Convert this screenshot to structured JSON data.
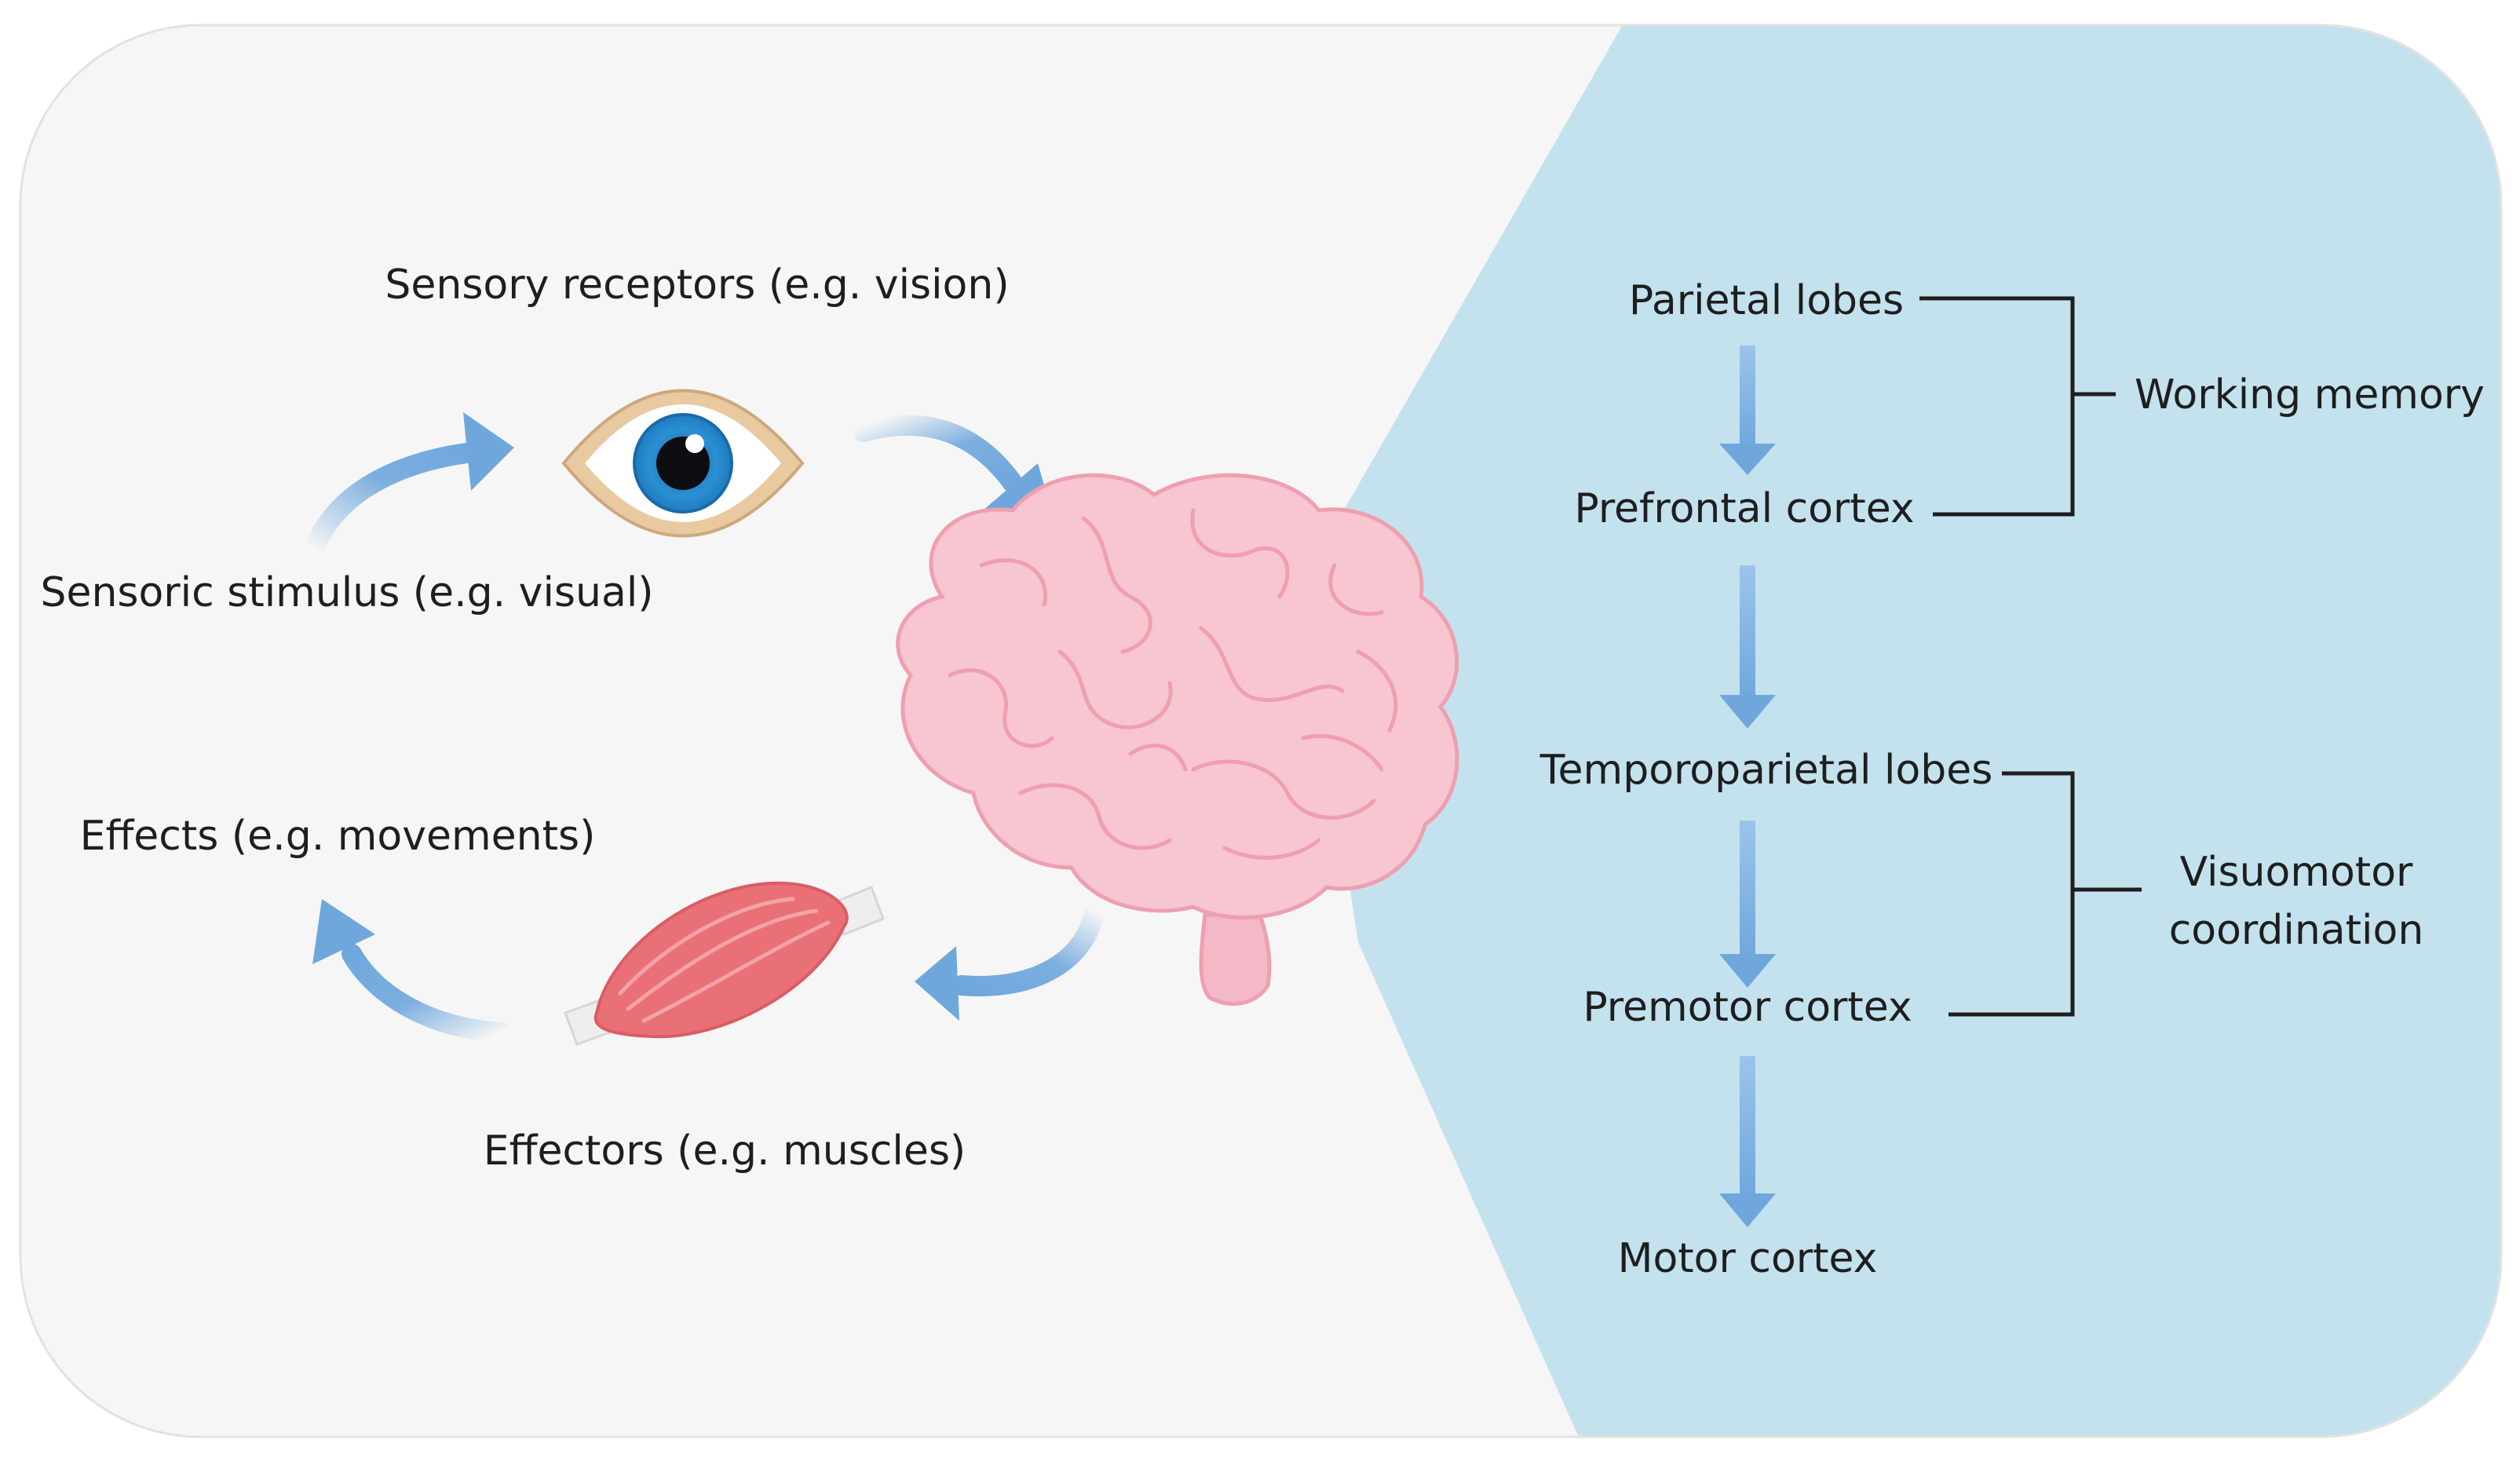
{
  "left_panel": {
    "sensory_receptors": "Sensory receptors (e.g. vision)",
    "sensoric_stimulus": "Sensoric stimulus (e.g. visual)",
    "effects": "Effects (e.g. movements)",
    "effectors": "Effectors (e.g. muscles)"
  },
  "right_panel": {
    "parietal_lobes": "Parietal lobes",
    "prefrontal_cortex": "Prefrontal cortex",
    "temporoparietal_lobes": "Temporoparietal lobes",
    "premotor_cortex": "Premotor cortex",
    "motor_cortex": "Motor cortex",
    "working_memory": "Working memory",
    "visuomotor_line1": "Visuomotor",
    "visuomotor_line2": "coordination"
  },
  "icons": [
    "eye-icon",
    "brain-icon",
    "muscle-icon"
  ],
  "colors": {
    "left_background": "#f6f6f6",
    "right_background": "#c3e2ee",
    "arrow": "#6fa7dd",
    "brain_fill": "#f7c6d0",
    "brain_stroke": "#ee9fb0",
    "muscle": "#ea7077",
    "iris": "#2a8fd2",
    "text": "#1e1e1e"
  }
}
